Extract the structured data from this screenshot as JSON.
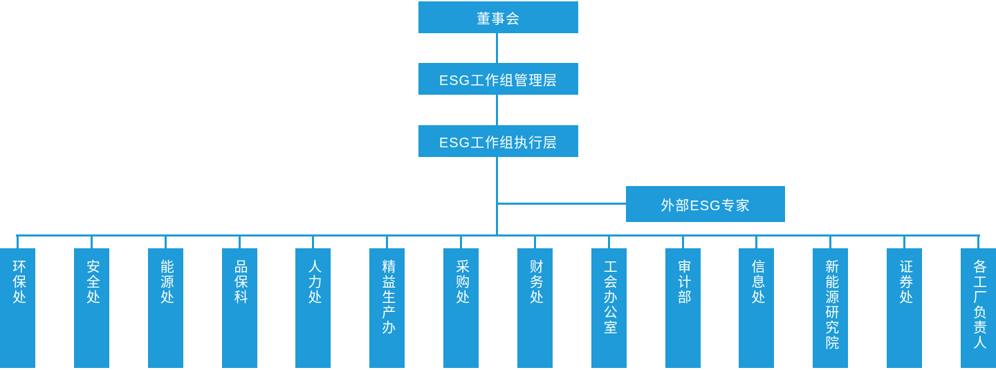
{
  "diagram": {
    "type": "org-chart",
    "colors": {
      "node_fill": "#1E9BD8",
      "connector": "#1E9BD8",
      "node_text": "#FFFFFF",
      "background": "#FFFFFF"
    },
    "nodes": {
      "board": {
        "label": "董事会"
      },
      "management": {
        "label": "ESG工作组管理层"
      },
      "execution": {
        "label": "ESG工作组执行层"
      },
      "external_expert": {
        "label": "外部ESG专家"
      }
    },
    "hierarchy": [
      {
        "from": "board",
        "to": "management"
      },
      {
        "from": "management",
        "to": "execution"
      },
      {
        "from": "execution",
        "to": "external_expert"
      },
      {
        "from": "execution",
        "to": "departments"
      }
    ],
    "departments": [
      "环保处",
      "安全处",
      "能源处",
      "品保科",
      "人力处",
      "精益生产办",
      "采购处",
      "财务处",
      "工会办公室",
      "审计部",
      "信息处",
      "新能源研究院",
      "证券处",
      "各工厂负责人"
    ]
  }
}
